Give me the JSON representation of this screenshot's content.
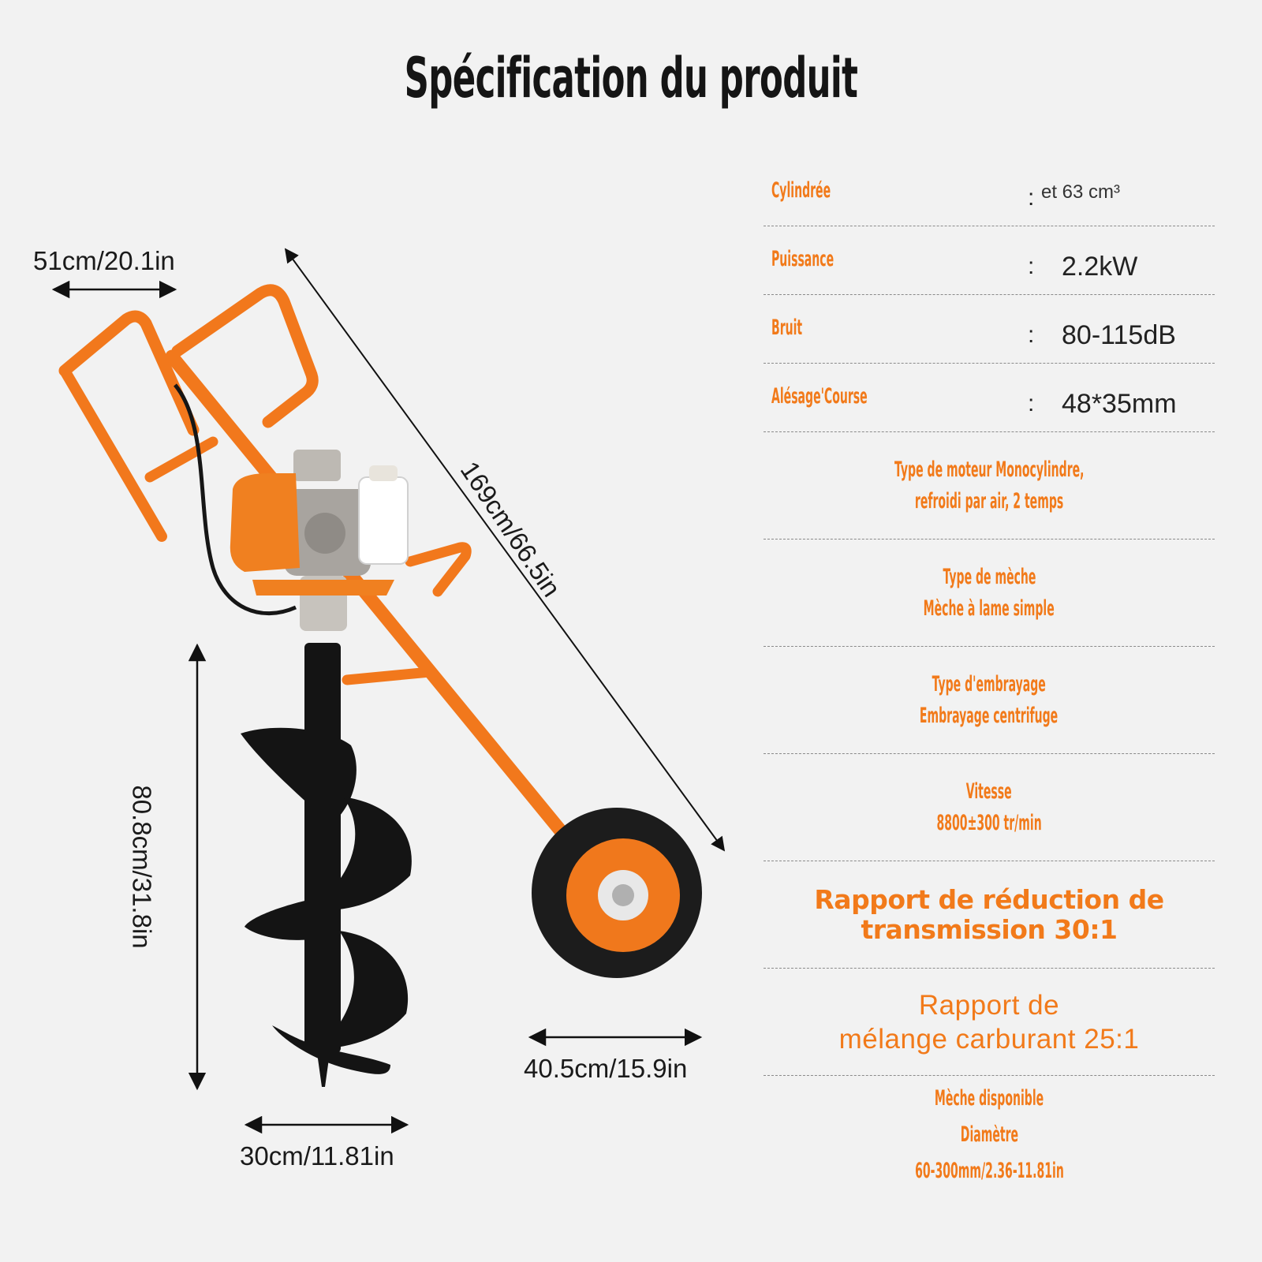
{
  "title": "Spécification du produit",
  "dimensions": {
    "handle_width": "51cm/20.1in",
    "total_length": "169cm/66.5in",
    "bit_length": "80.8cm/31.8in",
    "wheel_width": "40.5cm/15.9in",
    "bit_diameter": "30cm/11.81in"
  },
  "specs": [
    {
      "label": "Cylindrée",
      "colon": ":",
      "value": "et 63 cm³"
    },
    {
      "label": "Puissance",
      "colon": ":",
      "value": "2.2kW"
    },
    {
      "label": "Bruit",
      "colon": ":",
      "value": "80-115dB"
    },
    {
      "label": "Alésage'Course",
      "colon": ":",
      "value": "48*35mm"
    }
  ],
  "blocks": [
    {
      "line1": "Type de moteur Monocylindre,",
      "line2": "refroidi par air, 2 temps"
    },
    {
      "line1": "Type de mèche",
      "line2": "Mèche à lame simple"
    },
    {
      "line1": "Type d'embrayage",
      "line2": "Embrayage centrifuge"
    },
    {
      "line1": "Vitesse",
      "line2": "8800±300 tr/min"
    },
    {
      "line1": "Rapport de réduction de",
      "line2": "transmission 30:1"
    },
    {
      "line1": "Rapport de",
      "line2": "mélange carburant 25:1"
    },
    {
      "line1": "Mèche disponible",
      "line2": "Diamètre",
      "line3": "60-300mm/2.36-11.81in"
    }
  ],
  "colors": {
    "accent": "#f27a1a",
    "frame": "#f2781c",
    "auger": "#141414",
    "background": "#f2f2f2"
  }
}
